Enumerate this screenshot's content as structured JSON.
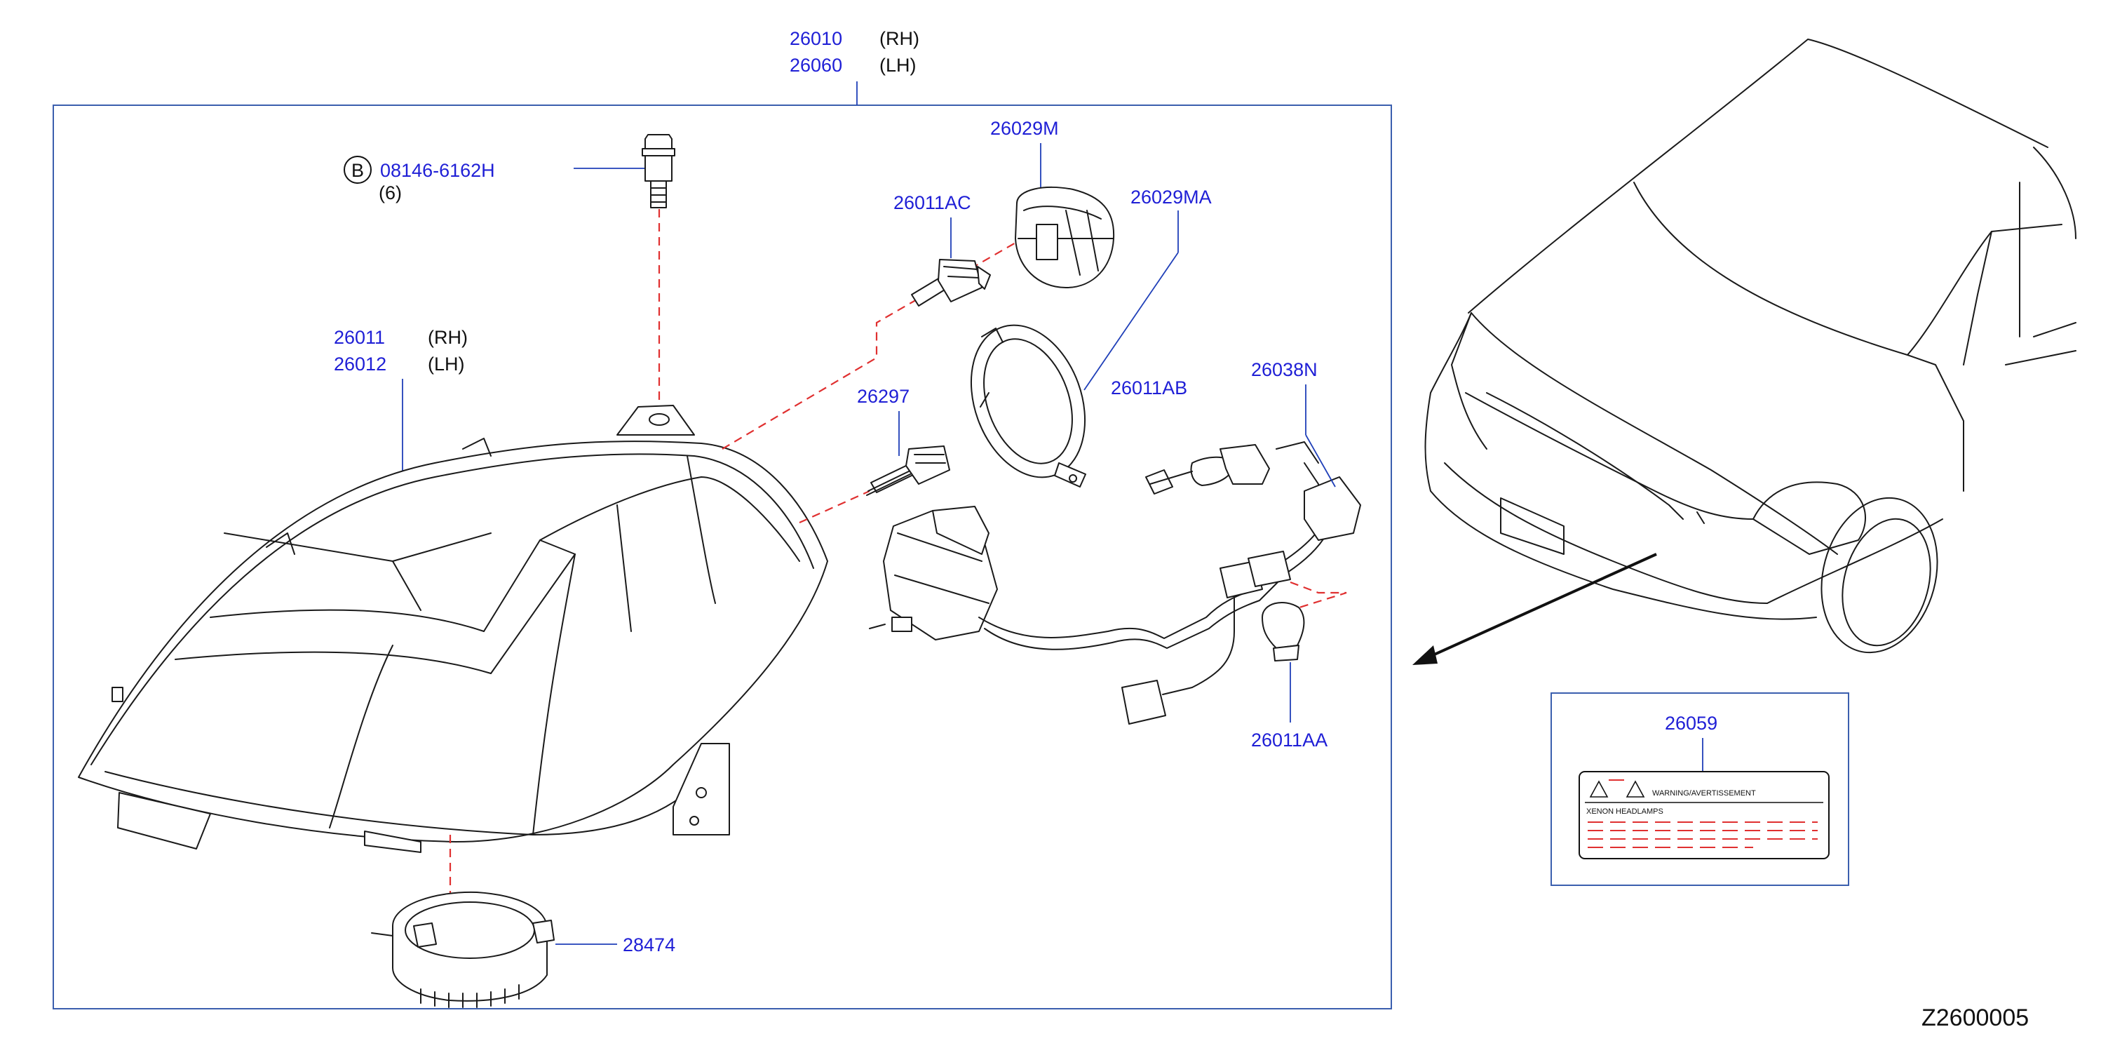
{
  "assembly": {
    "rh": "26010",
    "rh_side": "(RH)",
    "lh": "26060",
    "lh_side": "(LH)"
  },
  "bolt": {
    "badge": "B",
    "part": "08146-6162H",
    "qty": "(6)"
  },
  "housing": {
    "rh": "26011",
    "rh_side": "(RH)",
    "lh": "26012",
    "lh_side": "(LH)"
  },
  "parts": {
    "socket_cap": "26029M",
    "bulb_hb": "26011AC",
    "retainer_ring": "26029MA",
    "xenon_bulb": "26297",
    "side_bulb": "26011AB",
    "harness": "26038N",
    "wedge_bulb": "26011AA",
    "ballast_cap": "28474",
    "label": "26059"
  },
  "label_card": {
    "title": "WARNING/AVERTISSEMENT",
    "line1": "XENON",
    "line2": "HEADLAMPS"
  },
  "reference": "Z2600005",
  "colors": {
    "part_number": "#1f1fd6",
    "frame": "#3b5fae",
    "dash": "#e03030",
    "line": "#1a1a1a"
  }
}
